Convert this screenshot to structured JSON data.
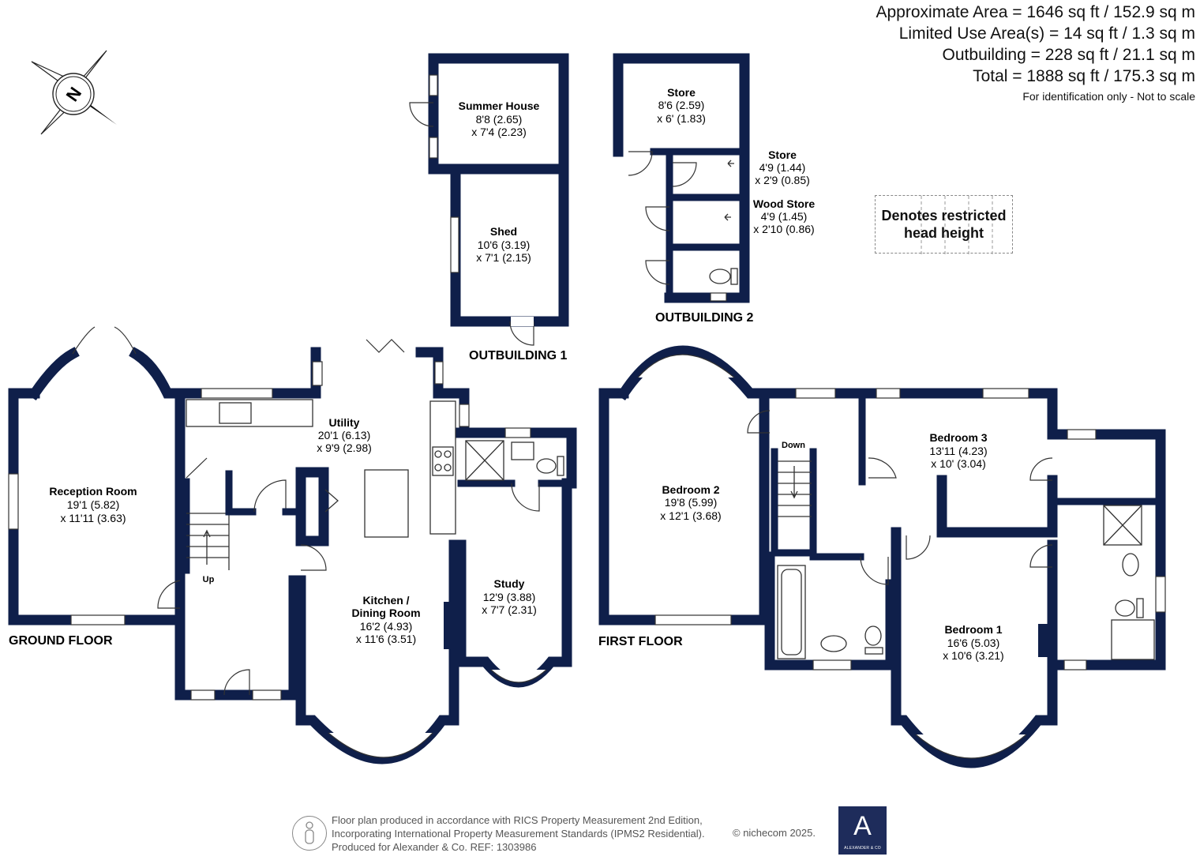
{
  "areas": {
    "approximate": "Approximate Area = 1646 sq ft / 152.9 sq m",
    "limited_use": "Limited Use Area(s) = 14 sq ft / 1.3 sq m",
    "outbuilding": "Outbuilding = 228 sq ft / 21.1 sq m",
    "total": "Total = 1888 sq ft / 175.3 sq m",
    "note": "For identification only - Not to scale"
  },
  "restricted": {
    "line1": "Denotes restricted",
    "line2": "head height"
  },
  "compass": {
    "letter": "N",
    "icon": "compass-icon"
  },
  "floors": {
    "ground": "GROUND FLOOR",
    "first": "FIRST FLOOR",
    "outbuilding1": "OUTBUILDING 1",
    "outbuilding2": "OUTBUILDING 2"
  },
  "rooms": {
    "summer_house": {
      "name": "Summer House",
      "dim1": "8'8 (2.65)",
      "dim2": "x 7'4 (2.23)"
    },
    "shed": {
      "name": "Shed",
      "dim1": "10'6 (3.19)",
      "dim2": "x 7'1 (2.15)"
    },
    "store1": {
      "name": "Store",
      "dim1": "8'6 (2.59)",
      "dim2": "x 6' (1.83)"
    },
    "store2": {
      "name": "Store",
      "dim1": "4'9 (1.44)",
      "dim2": "x 2'9 (0.85)"
    },
    "wood_store": {
      "name": "Wood Store",
      "dim1": "4'9 (1.45)",
      "dim2": "x 2'10 (0.86)"
    },
    "reception": {
      "name": "Reception Room",
      "dim1": "19'1 (5.82)",
      "dim2": "x 11'11 (3.63)"
    },
    "utility": {
      "name": "Utility",
      "dim1": "20'1 (6.13)",
      "dim2": "x 9'9 (2.98)"
    },
    "kitchen": {
      "name1": "Kitchen /",
      "name2": "Dining Room",
      "dim1": "16'2 (4.93)",
      "dim2": "x 11'6 (3.51)"
    },
    "study": {
      "name": "Study",
      "dim1": "12'9 (3.88)",
      "dim2": "x 7'7 (2.31)"
    },
    "bedroom2": {
      "name": "Bedroom 2",
      "dim1": "19'8 (5.99)",
      "dim2": "x 12'1 (3.68)"
    },
    "bedroom3": {
      "name": "Bedroom 3",
      "dim1": "13'11 (4.23)",
      "dim2": "x 10' (3.04)"
    },
    "bedroom1": {
      "name": "Bedroom 1",
      "dim1": "16'6 (5.03)",
      "dim2": "x 10'6 (3.21)"
    }
  },
  "stairs": {
    "up": "Up",
    "down": "Down"
  },
  "footer": {
    "line1": "Floor plan produced in accordance with RICS Property Measurement 2nd Edition,",
    "line2": "Incorporating International Property Measurement Standards (IPMS2 Residential).",
    "line3": "Produced for Alexander & Co.   REF:  1303986",
    "copyright": "© nichecom 2025."
  },
  "logo": {
    "mark": "A",
    "text": "ALEXANDER & CO"
  },
  "colors": {
    "wall": "#0f1f4a",
    "logo_bg": "#1e2c5b"
  }
}
